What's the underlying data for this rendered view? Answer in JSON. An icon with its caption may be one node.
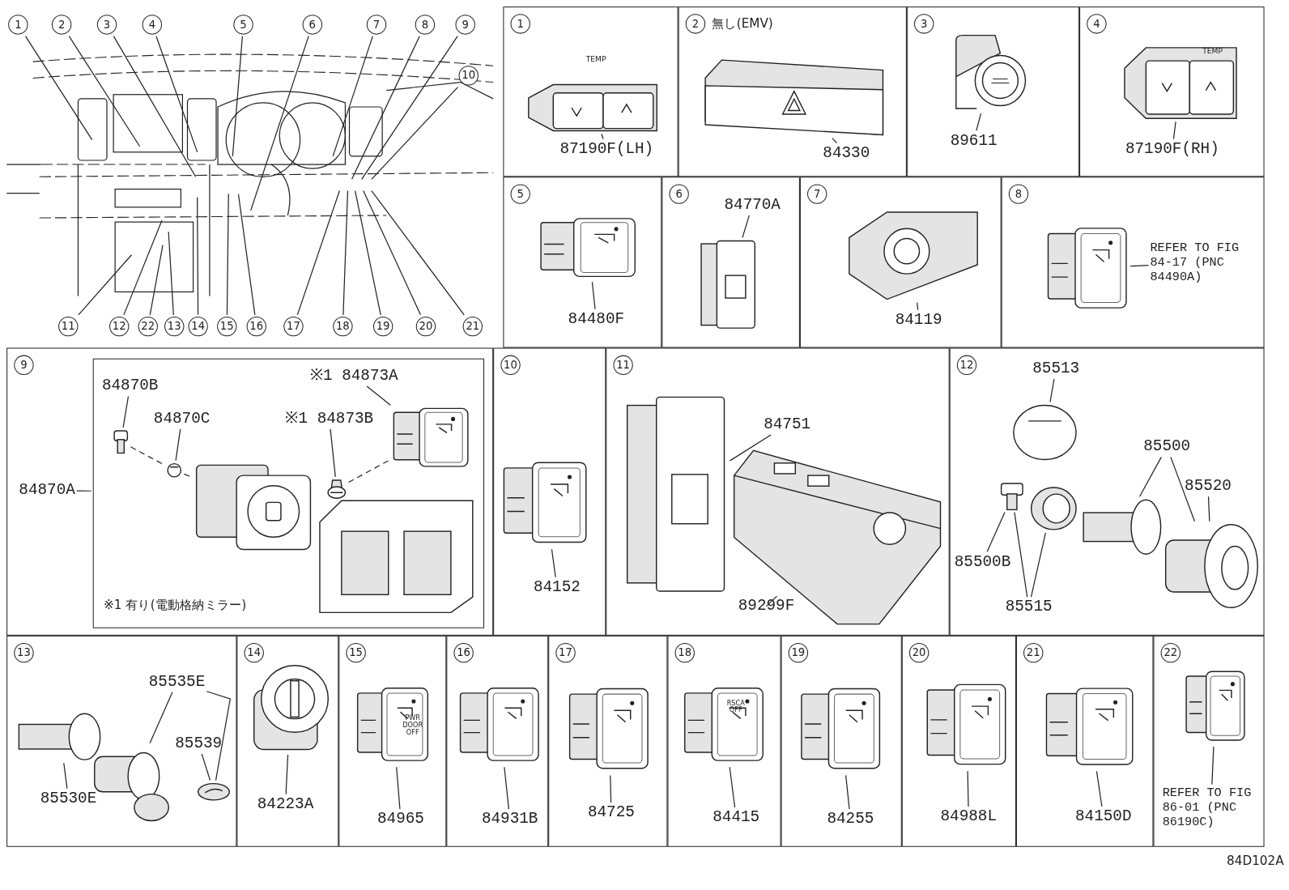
{
  "diagram": {
    "nodes": [
      {
        "text": [],
        "shape": "picture"
      },
      {
        "text": [
          "1"
        ]
      },
      {
        "text": [
          "2"
        ]
      },
      {
        "text": [
          "3"
        ]
      },
      {
        "text": [
          "4"
        ]
      },
      {
        "text": [
          "5"
        ]
      },
      {
        "text": [
          "6"
        ]
      },
      {
        "text": [
          "7"
        ]
      },
      {
        "text": [
          "8"
        ]
      },
      {
        "text": [
          "9"
        ]
      },
      {
        "text": [
          "10"
        ],
        "in": 0
      },
      {
        "text": [
          "11"
        ]
      },
      {
        "text": [
          "12"
        ]
      },
      {
        "text": [
          "22"
        ]
      },
      {
        "text": [
          "13"
        ]
      },
      {
        "text": [
          "14"
        ]
      },
      {
        "text": [
          "15"
        ]
      },
      {
        "text": [
          "16"
        ]
      },
      {
        "text": [
          "17"
        ]
      },
      {
        "text": [
          "18"
        ]
      },
      {
        "text": [
          "19"
        ]
      },
      {
        "text": [
          "20"
        ]
      },
      {
        "text": [
          "21"
        ]
      },
      {
        "text": [],
        "shape": "box"
      },
      {
        "text": [],
        "shape": "picture",
        "in": 23
      },
      {
        "text": [
          "87190F(LH)"
        ],
        "in": 23
      },
      {
        "text": [],
        "shape": "box"
      },
      {
        "text": [],
        "shape": "picture",
        "in": 26
      },
      {
        "text": [
          "84330"
        ],
        "in": 26
      },
      {
        "text": [],
        "shape": "box"
      },
      {
        "text": [],
        "shape": "picture",
        "in": 29
      },
      {
        "text": [
          "89611"
        ],
        "in": 29
      },
      {
        "text": [],
        "shape": "box"
      },
      {
        "text": [],
        "shape": "picture",
        "in": 32
      },
      {
        "text": [
          "87190F(RH)"
        ],
        "in": 32
      },
      {
        "text": [],
        "shape": "box"
      },
      {
        "text": [],
        "shape": "picture",
        "in": 35
      },
      {
        "text": [
          "84480F"
        ],
        "in": 35
      },
      {
        "text": [],
        "shape": "box"
      },
      {
        "text": [
          "84770A"
        ],
        "in": 38
      },
      {
        "text": [],
        "shape": "picture",
        "in": 38
      },
      {
        "text": [],
        "shape": "box"
      },
      {
        "text": [],
        "shape": "picture",
        "in": 41
      },
      {
        "text": [
          "84119"
        ],
        "in": 41
      },
      {
        "text": [],
        "shape": "box"
      },
      {
        "text": [],
        "shape": "picture",
        "in": 44
      },
      {
        "text": [
          "REFER TO FIG 84-17 (PNC 84490A)"
        ],
        "in": 44
      },
      {
        "text": [],
        "shape": "box"
      },
      {
        "text": [
          "84870A"
        ],
        "in": 47
      },
      {
        "text": [
          "※1 有り(電動格納ミラー)"
        ],
        "in": 47
      },
      {
        "text": [
          "84870B"
        ],
        "in": 49
      },
      {
        "text": [
          "84870C"
        ],
        "in": 49
      },
      {
        "text": [
          "※1 84873A"
        ],
        "in": 49
      },
      {
        "text": [
          "※1 84873B"
        ],
        "in": 49
      },
      {
        "text": [],
        "shape": "picture",
        "in": 49
      },
      {
        "text": [],
        "shape": "picture",
        "in": 49
      },
      {
        "text": [],
        "shape": "picture",
        "in": 49
      },
      {
        "text": [],
        "shape": "picture",
        "in": 49
      },
      {
        "text": [],
        "shape": "picture",
        "in": 49
      },
      {
        "text": [],
        "shape": "picture",
        "in": 49
      },
      {
        "text": [],
        "shape": "box"
      },
      {
        "text": [],
        "shape": "picture",
        "in": 60
      },
      {
        "text": [
          "84152"
        ],
        "in": 60
      },
      {
        "text": [],
        "shape": "box"
      },
      {
        "text": [],
        "shape": "picture",
        "in": 63
      },
      {
        "text": [
          "84751"
        ],
        "in": 63
      },
      {
        "text": [],
        "shape": "picture",
        "in": 63
      },
      {
        "text": [
          "89299F"
        ],
        "in": 63
      },
      {
        "text": [],
        "shape": "box"
      },
      {
        "text": [
          "85513"
        ],
        "in": 68
      },
      {
        "text": [],
        "shape": "picture",
        "in": 68
      },
      {
        "text": [
          "85500"
        ],
        "in": 68
      },
      {
        "text": [
          "85520"
        ],
        "in": 68
      },
      {
        "text": [],
        "shape": "picture",
        "in": 68
      },
      {
        "text": [],
        "shape": "picture",
        "in": 68
      },
      {
        "text": [],
        "shape": "picture",
        "in": 68
      },
      {
        "text": [],
        "shape": "picture",
        "in": 68
      },
      {
        "text": [
          "85500B"
        ],
        "in": 68
      },
      {
        "text": [
          "85515"
        ],
        "in": 68
      },
      {
        "text": [],
        "shape": "box"
      },
      {
        "text": [
          "85535E"
        ],
        "in": 79
      },
      {
        "text": [],
        "shape": "picture",
        "in": 79
      },
      {
        "text": [
          "85539"
        ],
        "in": 79
      },
      {
        "text": [],
        "shape": "picture",
        "in": 79
      },
      {
        "text": [],
        "shape": "picture",
        "in": 79
      },
      {
        "text": [
          "85530E"
        ],
        "in": 79
      },
      {
        "text": [],
        "shape": "box"
      },
      {
        "text": [],
        "shape": "picture",
        "in": 86
      },
      {
        "text": [
          "84223A"
        ],
        "in": 86
      },
      {
        "text": [],
        "shape": "box"
      },
      {
        "text": [],
        "shape": "picture",
        "in": 89
      },
      {
        "text": [
          "84965"
        ],
        "in": 89
      },
      {
        "text": [],
        "shape": "box"
      },
      {
        "text": [],
        "shape": "picture",
        "in": 92
      },
      {
        "text": [
          "84931B"
        ],
        "in": 92
      },
      {
        "text": [],
        "shape": "box"
      },
      {
        "text": [],
        "shape": "picture",
        "in": 95
      },
      {
        "text": [
          "84725"
        ],
        "in": 95
      },
      {
        "text": [],
        "shape": "box"
      },
      {
        "text": [],
        "shape": "picture",
        "in": 98
      },
      {
        "text": [
          "84415"
        ],
        "in": 98
      },
      {
        "text": [],
        "shape": "box"
      },
      {
        "text": [],
        "shape": "picture",
        "in": 101
      },
      {
        "text": [
          "84255"
        ],
        "in": 101
      },
      {
        "text": [],
        "shape": "box"
      },
      {
        "text": [],
        "shape": "picture",
        "in": 104
      },
      {
        "text": [
          "84988L"
        ],
        "in": 104
      },
      {
        "text": [],
        "shape": "box"
      },
      {
        "text": [],
        "shape": "picture",
        "in": 107
      },
      {
        "text": [
          "84150D"
        ],
        "in": 107
      },
      {
        "text": [],
        "shape": "box"
      },
      {
        "text": [],
        "shape": "picture",
        "in": 110
      },
      {
        "text": [
          "REFER TO FIG 86-01 (PNC 86190C)"
        ],
        "in": 110
      },
      {
        "text": [
          "1"
        ],
        "in": 23
      },
      {
        "text": [
          "2"
        ],
        "in": 26,
        "beside": [
          "無し(EMV)"
        ]
      },
      {
        "text": [
          "3"
        ],
        "in": 29
      },
      {
        "text": [
          "4"
        ],
        "in": 32
      },
      {
        "text": [
          "5"
        ],
        "in": 35
      },
      {
        "text": [
          "6"
        ],
        "in": 38
      },
      {
        "text": [
          "7"
        ],
        "in": 41
      },
      {
        "text": [
          "8"
        ],
        "in": 44
      },
      {
        "text": [
          "9"
        ],
        "in": 47
      },
      {
        "text": [
          "10"
        ],
        "in": 60
      },
      {
        "text": [
          "11"
        ],
        "in": 63
      },
      {
        "text": [
          "12"
        ],
        "in": 68
      },
      {
        "text": [
          "13"
        ],
        "in": 79
      },
      {
        "text": [
          "14"
        ],
        "in": 86
      },
      {
        "text": [
          "15"
        ],
        "in": 89
      },
      {
        "text": [
          "16"
        ],
        "in": 92
      },
      {
        "text": [
          "17"
        ],
        "in": 95
      },
      {
        "text": [
          "18"
        ],
        "in": 98
      },
      {
        "text": [
          "19"
        ],
        "in": 101
      },
      {
        "text": [
          "20"
        ],
        "in": 104
      },
      {
        "text": [
          "21"
        ],
        "in": 107
      },
      {
        "text": [
          "22"
        ],
        "in": 110
      }
    ],
    "edges": [
      {
        "from": 1,
        "to": 0,
        "arrow": "none"
      },
      {
        "from": 2,
        "to": 0,
        "arrow": "none"
      },
      {
        "from": 3,
        "to": 0,
        "arrow": "none"
      },
      {
        "from": 4,
        "to": 0,
        "arrow": "none"
      },
      {
        "from": 5,
        "to": 0,
        "arrow": "none"
      },
      {
        "from": 6,
        "to": 0,
        "arrow": "none"
      },
      {
        "from": 7,
        "to": 0,
        "arrow": "none"
      },
      {
        "from": 8,
        "to": 0,
        "arrow": "none"
      },
      {
        "from": 9,
        "to": 0,
        "arrow": "none"
      },
      {
        "from": 10,
        "to": 0,
        "arrow": "none"
      },
      {
        "from": 11,
        "to": 0,
        "arrow": "none"
      },
      {
        "from": 12,
        "to": 0,
        "arrow": "none"
      },
      {
        "from": 13,
        "to": 0,
        "arrow": "none"
      },
      {
        "from": 14,
        "to": 0,
        "arrow": "none"
      },
      {
        "from": 15,
        "to": 0,
        "arrow": "none"
      },
      {
        "from": 16,
        "to": 0,
        "arrow": "none"
      },
      {
        "from": 17,
        "to": 0,
        "arrow": "none"
      },
      {
        "from": 18,
        "to": 0,
        "arrow": "none"
      },
      {
        "from": 19,
        "to": 0,
        "arrow": "none"
      },
      {
        "from": 20,
        "to": 0,
        "arrow": "none"
      },
      {
        "from": 21,
        "to": 0,
        "arrow": "none"
      },
      {
        "from": 22,
        "to": 0,
        "arrow": "none"
      },
      {
        "from": 25,
        "to": 24,
        "arrow": "none"
      },
      {
        "from": 28,
        "to": 27,
        "arrow": "none"
      },
      {
        "from": 31,
        "to": 30,
        "arrow": "none"
      },
      {
        "from": 34,
        "to": 33,
        "arrow": "none"
      },
      {
        "from": 37,
        "to": 36,
        "arrow": "none"
      },
      {
        "from": 39,
        "to": 40,
        "arrow": "none"
      },
      {
        "from": 43,
        "to": 42,
        "arrow": "none"
      },
      {
        "from": 46,
        "to": 45,
        "arrow": "none"
      },
      {
        "from": 48,
        "to": 49,
        "arrow": "none"
      },
      {
        "from": 50,
        "to": 54,
        "arrow": "none"
      },
      {
        "from": 51,
        "to": 55,
        "arrow": "none"
      },
      {
        "from": 52,
        "to": 58,
        "arrow": "none"
      },
      {
        "from": 53,
        "to": 57,
        "arrow": "none"
      },
      {
        "from": 54,
        "to": 55,
        "arrow": "none",
        "style": "dashed"
      },
      {
        "from": 55,
        "to": 56,
        "arrow": "none",
        "style": "dashed"
      },
      {
        "from": 57,
        "to": 58,
        "arrow": "none",
        "style": "dashed"
      },
      {
        "from": 62,
        "to": 61,
        "arrow": "none"
      },
      {
        "from": 65,
        "to": 64,
        "arrow": "none"
      },
      {
        "from": 67,
        "to": 66,
        "arrow": "none"
      },
      {
        "from": 69,
        "to": 70,
        "arrow": "none"
      },
      {
        "from": 71,
        "to": 75,
        "arrow": "none"
      },
      {
        "from": 71,
        "to": 76,
        "arrow": "none"
      },
      {
        "from": 72,
        "to": 76,
        "arrow": "none"
      },
      {
        "from": 77,
        "to": 73,
        "arrow": "none"
      },
      {
        "from": 78,
        "to": 73,
        "arrow": "none"
      },
      {
        "from": 78,
        "to": 74,
        "arrow": "none"
      },
      {
        "from": 80,
        "to": 83,
        "arrow": "none"
      },
      {
        "from": 80,
        "to": 84,
        "arrow": "none"
      },
      {
        "from": 82,
        "to": 84,
        "arrow": "none"
      },
      {
        "from": 85,
        "to": 81,
        "arrow": "none"
      },
      {
        "from": 88,
        "to": 87,
        "arrow": "none"
      },
      {
        "from": 91,
        "to": 90,
        "arrow": "none"
      },
      {
        "from": 94,
        "to": 93,
        "arrow": "none"
      },
      {
        "from": 97,
        "to": 96,
        "arrow": "none"
      },
      {
        "from": 100,
        "to": 99,
        "arrow": "none"
      },
      {
        "from": 103,
        "to": 102,
        "arrow": "none"
      },
      {
        "from": 106,
        "to": 105,
        "arrow": "none"
      },
      {
        "from": 109,
        "to": 108,
        "arrow": "none"
      },
      {
        "from": 112,
        "to": 111,
        "arrow": "none"
      }
    ],
    "labels": [
      "TEMP",
      "TEMP",
      "PWR DOOR OFF",
      "RSCA OFF",
      "84D102A"
    ]
  }
}
